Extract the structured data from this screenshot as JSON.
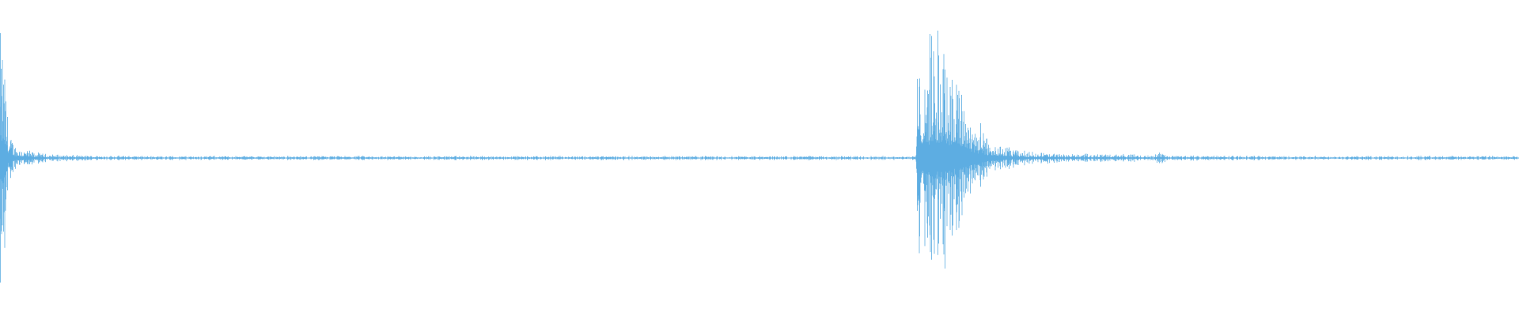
{
  "waveform": {
    "color": "#5dade2",
    "background": "#ffffff",
    "amplitude_profile": [
      {
        "t": 0.0,
        "a": 0.95
      },
      {
        "t": 0.002,
        "a": 0.85
      },
      {
        "t": 0.004,
        "a": 0.55
      },
      {
        "t": 0.006,
        "a": 0.2
      },
      {
        "t": 0.01,
        "a": 0.1
      },
      {
        "t": 0.02,
        "a": 0.05
      },
      {
        "t": 0.03,
        "a": 0.03
      },
      {
        "t": 0.05,
        "a": 0.02
      },
      {
        "t": 0.1,
        "a": 0.015
      },
      {
        "t": 0.2,
        "a": 0.015
      },
      {
        "t": 0.3,
        "a": 0.015
      },
      {
        "t": 0.4,
        "a": 0.015
      },
      {
        "t": 0.5,
        "a": 0.015
      },
      {
        "t": 0.6,
        "a": 0.015
      },
      {
        "t": 0.603,
        "a": 0.015
      },
      {
        "t": 0.604,
        "a": 0.7
      },
      {
        "t": 0.61,
        "a": 0.85
      },
      {
        "t": 0.62,
        "a": 0.95
      },
      {
        "t": 0.63,
        "a": 0.7
      },
      {
        "t": 0.64,
        "a": 0.35
      },
      {
        "t": 0.65,
        "a": 0.15
      },
      {
        "t": 0.66,
        "a": 0.09
      },
      {
        "t": 0.675,
        "a": 0.05
      },
      {
        "t": 0.7,
        "a": 0.03
      },
      {
        "t": 0.74,
        "a": 0.03
      },
      {
        "t": 0.76,
        "a": 0.02
      },
      {
        "t": 0.764,
        "a": 0.05
      },
      {
        "t": 0.768,
        "a": 0.02
      },
      {
        "t": 0.85,
        "a": 0.015
      },
      {
        "t": 0.95,
        "a": 0.015
      },
      {
        "t": 1.0,
        "a": 0.015
      }
    ]
  }
}
